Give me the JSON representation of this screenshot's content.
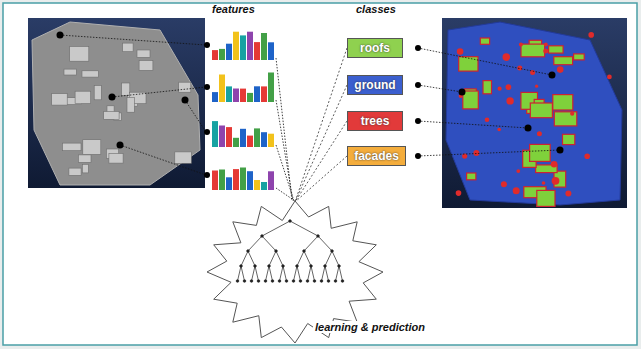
{
  "diagram": {
    "nodes": [
      {
        "text": [
          "roofs"
        ]
      },
      {
        "text": [
          "ground"
        ]
      },
      {
        "text": [
          "trees"
        ]
      },
      {
        "text": [
          "facades"
        ]
      },
      {
        "text": [
          "learning & prediction"
        ]
      }
    ],
    "edges": [
      {
        "from": 0,
        "to": 4,
        "arrow": "none"
      },
      {
        "from": 1,
        "to": 4,
        "arrow": "none"
      },
      {
        "from": 2,
        "to": 4,
        "arrow": "none"
      },
      {
        "from": 3,
        "to": 4,
        "arrow": "none"
      }
    ],
    "labels": [
      "features",
      "classes"
    ]
  }
}
